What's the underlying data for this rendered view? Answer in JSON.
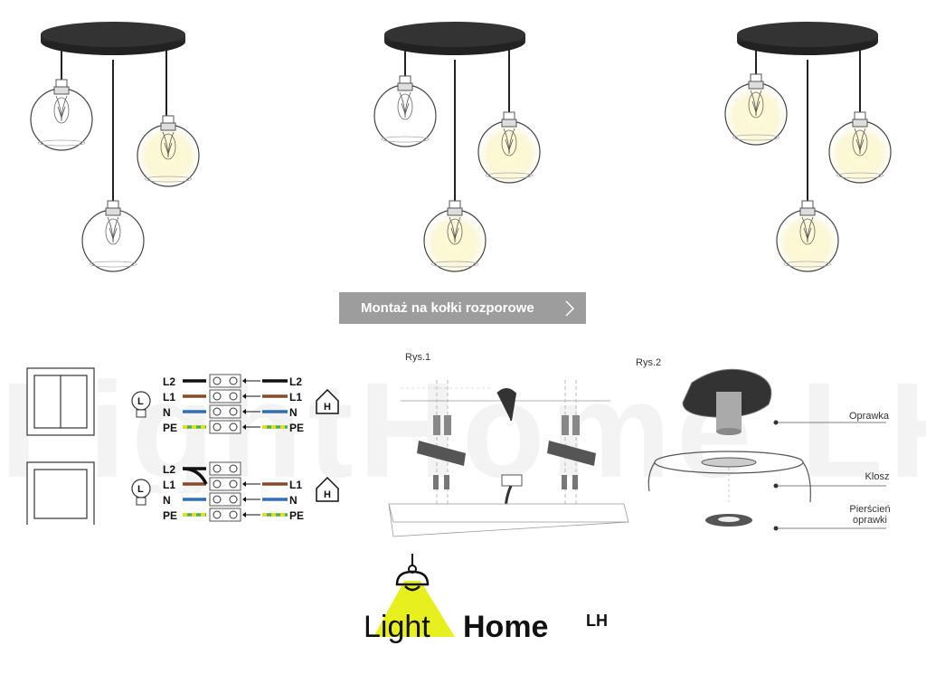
{
  "watermark_text": "LightHome LH",
  "banner": {
    "label": "Montaż na kołki rozporowe"
  },
  "wiring": {
    "upper": [
      {
        "left": "L2",
        "right": "L2"
      },
      {
        "left": "L1",
        "right": "L1"
      },
      {
        "left": "N",
        "right": "N"
      },
      {
        "left": "PE",
        "right": "PE"
      }
    ],
    "lower": [
      {
        "left": "L2",
        "right": ""
      },
      {
        "left": "L1",
        "right": "L1"
      },
      {
        "left": "N",
        "right": "N"
      },
      {
        "left": "PE",
        "right": "PE"
      }
    ],
    "bulb_letter": "L",
    "house_letter": "H",
    "colors": {
      "L2": "#111111",
      "L1": "#8a4a2a",
      "N": "#2f6fb5",
      "PE_a": "#e8df1a",
      "PE_b": "#4caf50"
    }
  },
  "figure1": {
    "label": "Rys.1"
  },
  "figure2": {
    "label": "Rys.2",
    "parts": [
      "Oprawka",
      "Klosz",
      "Pierścień\noprawki"
    ]
  },
  "logo": {
    "word1": "Light",
    "word2": "Home",
    "suffix": "LH",
    "accent": "#e8ef1e"
  }
}
